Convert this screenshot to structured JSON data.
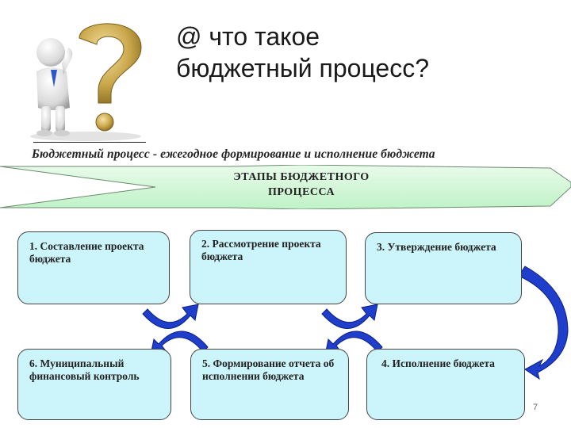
{
  "header": {
    "title_line1": "@ что такое",
    "title_line2": "бюджетный процесс?"
  },
  "definition": "Бюджетный процесс - ежегодное формирование и исполнение бюджета",
  "banner": {
    "text_line1": "ЭТАПЫ БЮДЖЕТНОГО",
    "text_line2": "ПРОЦЕССА"
  },
  "stages": [
    {
      "label": "1. Составление проекта бюджета"
    },
    {
      "label": "2. Рассмотрение проекта бюджета"
    },
    {
      "label": "3. Утверждение бюджета"
    },
    {
      "label": "4. Исполнение бюджета"
    },
    {
      "label": "5. Формирование отчета об исполнении бюджета"
    },
    {
      "label": "6. Муниципальный финансовый контроль"
    }
  ],
  "page_number": "7",
  "colors": {
    "stage_fill": "#ccf5fb",
    "banner_fill": "#cdf7d2",
    "arrow_blue": "#1f3ecb"
  },
  "icons": {
    "figure": "thinking-person-with-question-mark-icon"
  }
}
